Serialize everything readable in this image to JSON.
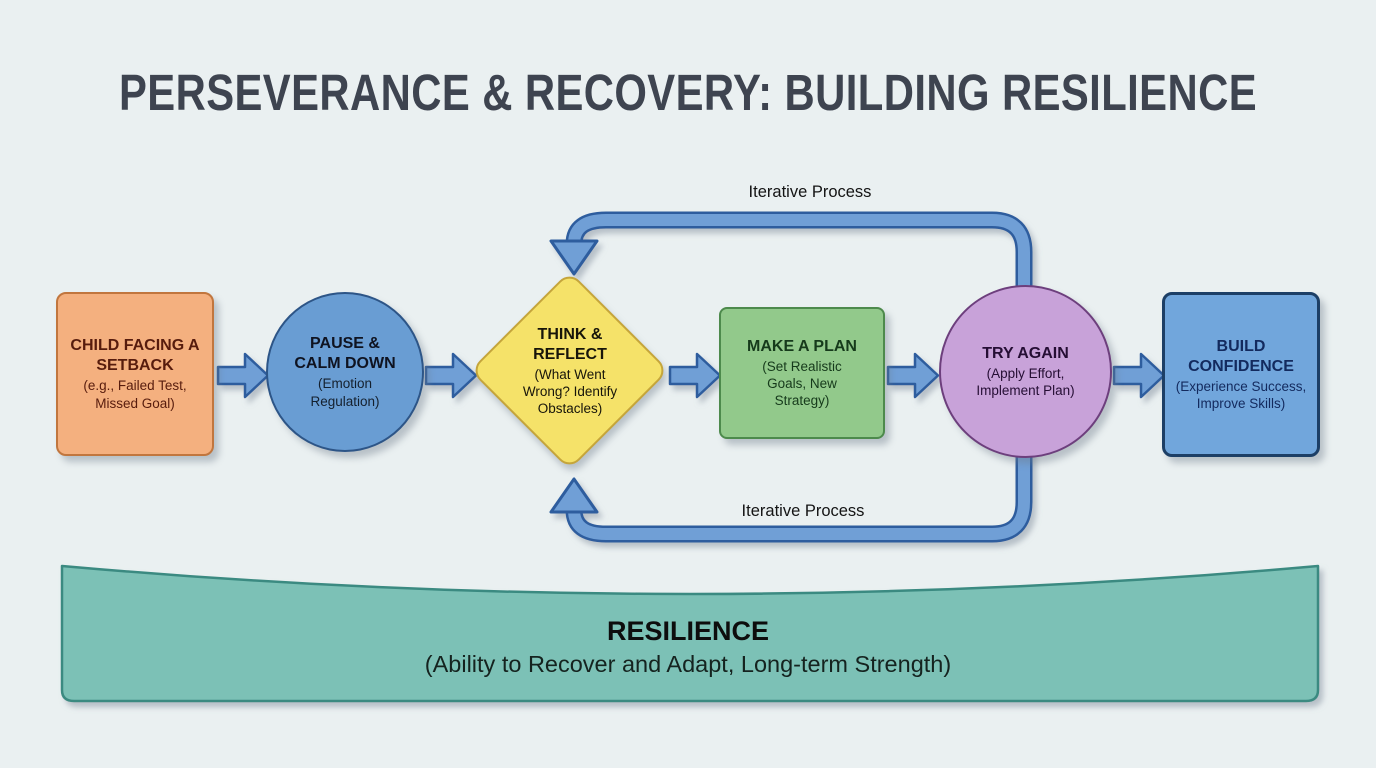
{
  "title": "PERSEVERANCE & RECOVERY: BUILDING RESILIENCE",
  "diagram": {
    "nodes": [
      {
        "id": "child-facing-setback",
        "shape": "rounded-rectangle",
        "fill": "#f4b07f",
        "border": "#c1763e",
        "title": "CHILD FACING A SETBACK",
        "subtitle": "(e.g., Failed Test, Missed Goal)"
      },
      {
        "id": "pause-calm-down",
        "shape": "circle",
        "fill": "#699dd3",
        "border": "#2d5587",
        "title": "PAUSE & CALM DOWN",
        "subtitle": "(Emotion Regulation)"
      },
      {
        "id": "think-reflect",
        "shape": "diamond",
        "fill": "#f5e269",
        "border": "#c5a53b",
        "title": "THINK & REFLECT",
        "subtitle": "(What Went Wrong? Identify Obstacles)"
      },
      {
        "id": "make-a-plan",
        "shape": "rectangle",
        "fill": "#92c98b",
        "border": "#4d8a4c",
        "title": "MAKE A PLAN",
        "subtitle": "(Set Realistic Goals, New Strategy)"
      },
      {
        "id": "try-again",
        "shape": "circle",
        "fill": "#c8a2d9",
        "border": "#6d3f7d",
        "title": "TRY AGAIN",
        "subtitle": "(Apply Effort, Implement Plan)"
      },
      {
        "id": "build-confidence",
        "shape": "rounded-rectangle",
        "fill": "#71a6dc",
        "border": "#1d3f66",
        "title": "BUILD CONFIDENCE",
        "subtitle": "(Experience Success, Improve Skills)"
      }
    ],
    "loop_label_top": "Iterative Process",
    "loop_label_bottom": "Iterative Process",
    "arrow_fill": "#6f9fd6",
    "arrow_border": "#2e5d9e"
  },
  "banner": {
    "title": "RESILIENCE",
    "subtitle": "(Ability to Recover and Adapt, Long-term Strength)",
    "fill": "#7cc1b6",
    "border": "#3a8a81"
  },
  "background_color": "#eaf0f1",
  "title_color": "#3e4450"
}
